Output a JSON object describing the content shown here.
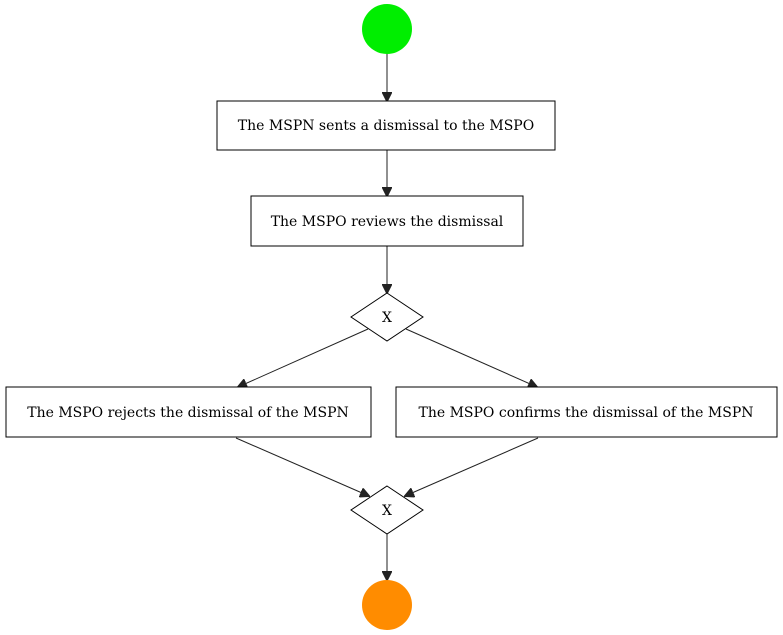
{
  "diagram": {
    "colors": {
      "start": "#00ee00",
      "end": "#ff8c00",
      "stroke": "#000000",
      "edge": "#222222"
    },
    "nodes": {
      "start_event": {
        "type": "start"
      },
      "task_send": {
        "label": "The MSPN sents a dismissal to the MSPO"
      },
      "task_review": {
        "label": "The MSPO reviews the dismissal"
      },
      "gateway_split": {
        "label": "X"
      },
      "task_reject": {
        "label": "The MSPO rejects the dismissal of the MSPN"
      },
      "task_confirm": {
        "label": "The MSPO confirms the dismissal of the MSPN"
      },
      "gateway_join": {
        "label": "X"
      },
      "end_event": {
        "type": "end"
      }
    }
  }
}
